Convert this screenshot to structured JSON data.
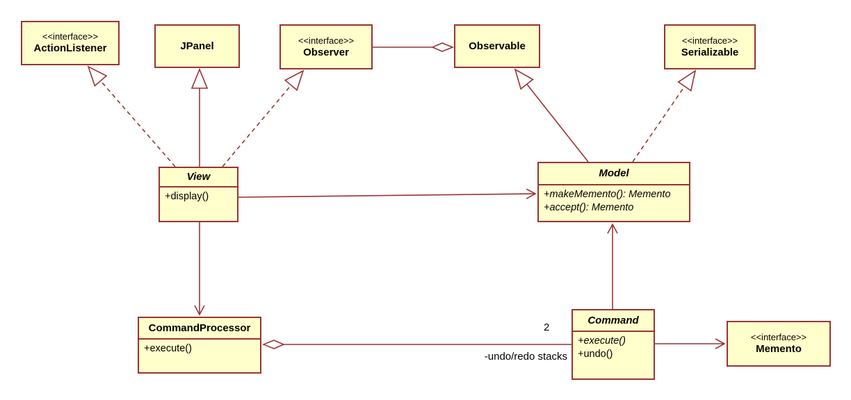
{
  "colors": {
    "box_fill": "#FFFFCC",
    "line": "#993333",
    "text": "#000000",
    "background": "#FFFFFF"
  },
  "classes": {
    "action_listener": {
      "stereotype": "<<interface>>",
      "name": "ActionListener"
    },
    "jpanel": {
      "name": "JPanel"
    },
    "observer": {
      "stereotype": "<<interface>>",
      "name": "Observer"
    },
    "observable": {
      "name": "Observable"
    },
    "serializable": {
      "stereotype": "<<interface>>",
      "name": "Serializable"
    },
    "view": {
      "name": "View",
      "methods": [
        "+display()"
      ]
    },
    "model": {
      "name": "Model",
      "methods": [
        "+makeMemento(): Memento",
        "+accept(): Memento"
      ]
    },
    "command_processor": {
      "name": "CommandProcessor",
      "methods": [
        "+execute()"
      ]
    },
    "command": {
      "name": "Command",
      "methods": [
        "+execute()",
        "+undo()"
      ]
    },
    "memento": {
      "stereotype": "<<interface>>",
      "name": "Memento"
    }
  },
  "association_labels": {
    "multiplicity": "2",
    "role": "-undo/redo stacks"
  },
  "relationships": [
    {
      "from": "View",
      "to": "ActionListener",
      "type": "realization"
    },
    {
      "from": "View",
      "to": "JPanel",
      "type": "generalization"
    },
    {
      "from": "View",
      "to": "Observer",
      "type": "realization"
    },
    {
      "from": "Observable",
      "to": "Observer",
      "type": "aggregation"
    },
    {
      "from": "Model",
      "to": "Observable",
      "type": "generalization"
    },
    {
      "from": "Model",
      "to": "Serializable",
      "type": "realization"
    },
    {
      "from": "View",
      "to": "Model",
      "type": "directed-association"
    },
    {
      "from": "View",
      "to": "CommandProcessor",
      "type": "directed-association"
    },
    {
      "from": "Command",
      "to": "Model",
      "type": "directed-association"
    },
    {
      "from": "CommandProcessor",
      "to": "Command",
      "type": "aggregation",
      "multiplicity": "2",
      "role": "-undo/redo stacks"
    },
    {
      "from": "Command",
      "to": "Memento",
      "type": "directed-association"
    }
  ]
}
